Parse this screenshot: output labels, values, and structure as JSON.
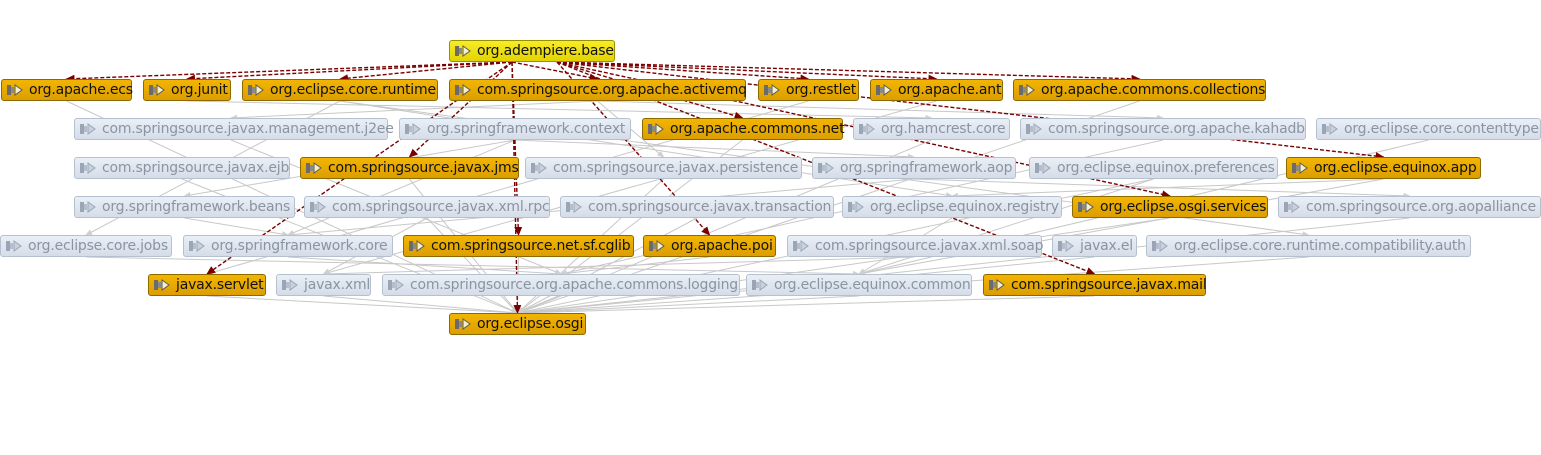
{
  "colors": {
    "selected_fill": "#f1e51c",
    "dependency_fill": "#e8a800",
    "other_fill": "#dfe5ef",
    "dependency_edge": "#7a0000",
    "other_edge": "#c8c8c8"
  },
  "icons": {
    "bundle": "plugin-bundle-icon"
  },
  "nodes": [
    {
      "id": "n0",
      "label": "org.adempiere.base",
      "state": "selected"
    },
    {
      "id": "n1",
      "label": "org.apache.ecs",
      "state": "dependency"
    },
    {
      "id": "n2",
      "label": "org.junit",
      "state": "dependency"
    },
    {
      "id": "n3",
      "label": "org.eclipse.core.runtime",
      "state": "dependency"
    },
    {
      "id": "n4",
      "label": "com.springsource.org.apache.activemq",
      "state": "dependency"
    },
    {
      "id": "n5",
      "label": "org.restlet",
      "state": "dependency"
    },
    {
      "id": "n6",
      "label": "org.apache.ant",
      "state": "dependency"
    },
    {
      "id": "n7",
      "label": "org.apache.commons.collections",
      "state": "dependency"
    },
    {
      "id": "n8",
      "label": "com.springsource.javax.management.j2ee",
      "state": "other"
    },
    {
      "id": "n9",
      "label": "org.springframework.context",
      "state": "other"
    },
    {
      "id": "n10",
      "label": "org.apache.commons.net",
      "state": "dependency"
    },
    {
      "id": "n11",
      "label": "org.hamcrest.core",
      "state": "other"
    },
    {
      "id": "n12",
      "label": "com.springsource.org.apache.kahadb",
      "state": "other"
    },
    {
      "id": "n13",
      "label": "org.eclipse.core.contenttype",
      "state": "other"
    },
    {
      "id": "n14",
      "label": "com.springsource.javax.ejb",
      "state": "other"
    },
    {
      "id": "n15",
      "label": "com.springsource.javax.jms",
      "state": "dependency"
    },
    {
      "id": "n16",
      "label": "com.springsource.javax.persistence",
      "state": "other"
    },
    {
      "id": "n17",
      "label": "org.springframework.aop",
      "state": "other"
    },
    {
      "id": "n18",
      "label": "org.eclipse.equinox.preferences",
      "state": "other"
    },
    {
      "id": "n19",
      "label": "org.eclipse.equinox.app",
      "state": "dependency"
    },
    {
      "id": "n20",
      "label": "org.springframework.beans",
      "state": "other"
    },
    {
      "id": "n21",
      "label": "com.springsource.javax.xml.rpc",
      "state": "other"
    },
    {
      "id": "n22",
      "label": "com.springsource.javax.transaction",
      "state": "other"
    },
    {
      "id": "n23",
      "label": "org.eclipse.equinox.registry",
      "state": "other"
    },
    {
      "id": "n24",
      "label": "org.eclipse.osgi.services",
      "state": "dependency"
    },
    {
      "id": "n25",
      "label": "com.springsource.org.aopalliance",
      "state": "other"
    },
    {
      "id": "n26",
      "label": "org.eclipse.core.jobs",
      "state": "other"
    },
    {
      "id": "n27",
      "label": "org.springframework.core",
      "state": "other"
    },
    {
      "id": "n28",
      "label": "com.springsource.net.sf.cglib",
      "state": "dependency"
    },
    {
      "id": "n29",
      "label": "org.apache.poi",
      "state": "dependency"
    },
    {
      "id": "n30",
      "label": "com.springsource.javax.xml.soap",
      "state": "other"
    },
    {
      "id": "n31",
      "label": "javax.el",
      "state": "other"
    },
    {
      "id": "n32",
      "label": "org.eclipse.core.runtime.compatibility.auth",
      "state": "other"
    },
    {
      "id": "n33",
      "label": "javax.servlet",
      "state": "dependency"
    },
    {
      "id": "n34",
      "label": "javax.xml",
      "state": "other"
    },
    {
      "id": "n35",
      "label": "com.springsource.org.apache.commons.logging",
      "state": "other"
    },
    {
      "id": "n36",
      "label": "org.eclipse.equinox.common",
      "state": "other"
    },
    {
      "id": "n37",
      "label": "com.springsource.javax.mail",
      "state": "dependency"
    },
    {
      "id": "n38",
      "label": "org.eclipse.osgi",
      "state": "dependency"
    }
  ],
  "dependency_edges": [
    [
      "n0",
      "n1"
    ],
    [
      "n0",
      "n2"
    ],
    [
      "n0",
      "n3"
    ],
    [
      "n0",
      "n4"
    ],
    [
      "n0",
      "n5"
    ],
    [
      "n0",
      "n6"
    ],
    [
      "n0",
      "n7"
    ],
    [
      "n0",
      "n10"
    ],
    [
      "n0",
      "n15"
    ],
    [
      "n0",
      "n19"
    ],
    [
      "n0",
      "n24"
    ],
    [
      "n0",
      "n28"
    ],
    [
      "n0",
      "n29"
    ],
    [
      "n0",
      "n33"
    ],
    [
      "n0",
      "n37"
    ],
    [
      "n0",
      "n38"
    ]
  ],
  "background_edges": [
    [
      "n8",
      "n35"
    ],
    [
      "n9",
      "n27"
    ],
    [
      "n9",
      "n20"
    ],
    [
      "n9",
      "n17"
    ],
    [
      "n11",
      "n38"
    ],
    [
      "n12",
      "n35"
    ],
    [
      "n13",
      "n36"
    ],
    [
      "n14",
      "n38"
    ],
    [
      "n16",
      "n38"
    ],
    [
      "n17",
      "n25"
    ],
    [
      "n17",
      "n27"
    ],
    [
      "n18",
      "n36"
    ],
    [
      "n20",
      "n27"
    ],
    [
      "n21",
      "n34"
    ],
    [
      "n22",
      "n38"
    ],
    [
      "n23",
      "n36"
    ],
    [
      "n26",
      "n36"
    ],
    [
      "n27",
      "n35"
    ],
    [
      "n30",
      "n34"
    ],
    [
      "n32",
      "n38"
    ],
    [
      "n36",
      "n38"
    ],
    [
      "n3",
      "n23"
    ],
    [
      "n3",
      "n26"
    ],
    [
      "n3",
      "n32"
    ],
    [
      "n4",
      "n12"
    ],
    [
      "n4",
      "n8"
    ],
    [
      "n4",
      "n16"
    ],
    [
      "n19",
      "n23"
    ],
    [
      "n19",
      "n36"
    ],
    [
      "n24",
      "n38"
    ],
    [
      "n10",
      "n38"
    ],
    [
      "n15",
      "n38"
    ],
    [
      "n28",
      "n38"
    ],
    [
      "n29",
      "n35"
    ],
    [
      "n33",
      "n38"
    ],
    [
      "n37",
      "n38"
    ],
    [
      "n2",
      "n11"
    ],
    [
      "n5",
      "n33"
    ],
    [
      "n6",
      "n34"
    ],
    [
      "n7",
      "n38"
    ],
    [
      "n1",
      "n38"
    ],
    [
      "n31",
      "n38"
    ],
    [
      "n35",
      "n38"
    ],
    [
      "n34",
      "n38"
    ],
    [
      "n18",
      "n38"
    ],
    [
      "n25",
      "n38"
    ],
    [
      "n21",
      "n38"
    ]
  ]
}
